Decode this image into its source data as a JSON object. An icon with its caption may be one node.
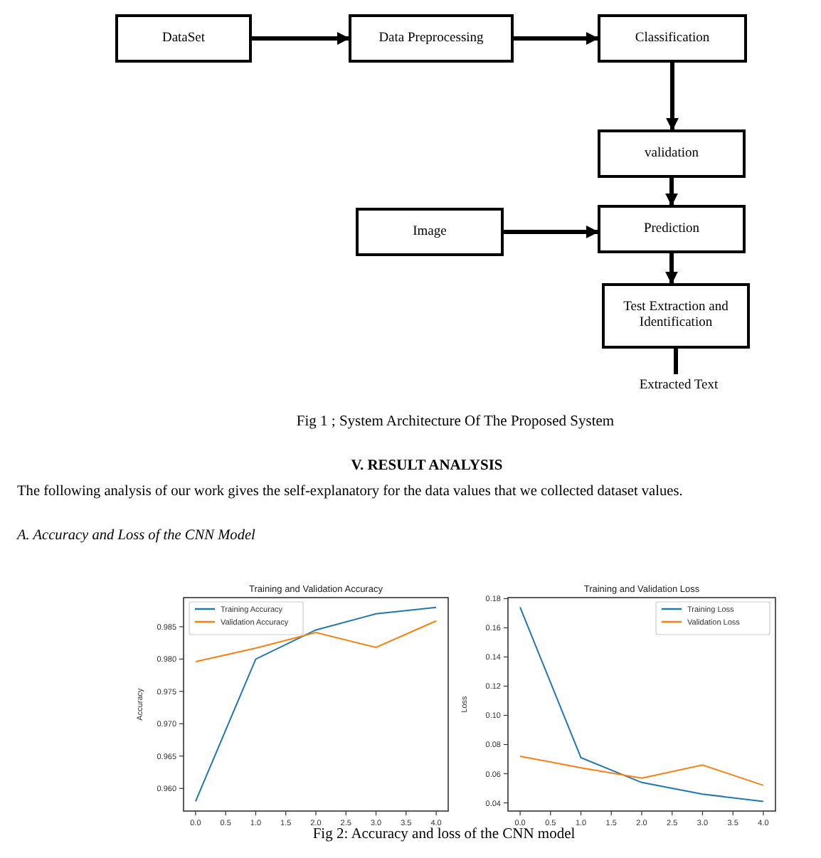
{
  "diagram": {
    "caption": "Fig 1 ; System Architecture Of The Proposed System",
    "nodes": [
      {
        "text": [
          "DataSet"
        ]
      },
      {
        "text": [
          "Data Preprocessing"
        ]
      },
      {
        "text": [
          "Classification"
        ]
      },
      {
        "text": [
          "validation"
        ]
      },
      {
        "text": [
          "Image"
        ]
      },
      {
        "text": [
          "Prediction"
        ]
      },
      {
        "text": [
          "Test Extraction and Identification"
        ]
      },
      {
        "text": [
          "Extracted Text"
        ]
      }
    ],
    "edges": [
      {
        "from": 0,
        "to": 1,
        "arrow": "to"
      },
      {
        "from": 1,
        "to": 2,
        "arrow": "to"
      },
      {
        "from": 2,
        "to": 3,
        "arrow": "to"
      },
      {
        "from": 3,
        "to": 5,
        "arrow": "to"
      },
      {
        "from": 4,
        "to": 5,
        "arrow": "to"
      },
      {
        "from": 5,
        "to": 6,
        "arrow": "to"
      },
      {
        "from": 6,
        "to": 7,
        "arrow": "none"
      }
    ],
    "labels": [
      "V. RESULT ANALYSIS",
      "The following analysis of our work gives the self-explanatory for the data values that we collected dataset values.",
      "A. Accuracy and Loss of the CNN Model",
      "Fig 2: Accuracy and loss of the CNN model"
    ],
    "chart_data": [
      {
        "type": "line",
        "title": "Training and Validation Accuracy",
        "ylabel": "Accuracy",
        "legend": "upper left",
        "x": [
          0,
          1,
          2,
          3,
          4
        ],
        "xlim": [
          -0.2,
          4.2
        ],
        "ylim": [
          0.9565,
          0.9895
        ],
        "xticks": [
          {
            "value": 0,
            "label": "0.0"
          },
          {
            "value": 0.5,
            "label": "0.5"
          },
          {
            "value": 1,
            "label": "1.0"
          },
          {
            "value": 1.5,
            "label": "1.5"
          },
          {
            "value": 2,
            "label": "2.0"
          },
          {
            "value": 2.5,
            "label": "2.5"
          },
          {
            "value": 3,
            "label": "3.0"
          },
          {
            "value": 3.5,
            "label": "3.5"
          },
          {
            "value": 4,
            "label": "4.0"
          }
        ],
        "yticks": [
          {
            "value": 0.96,
            "label": "0.960"
          },
          {
            "value": 0.965,
            "label": "0.965"
          },
          {
            "value": 0.97,
            "label": "0.970"
          },
          {
            "value": 0.975,
            "label": "0.975"
          },
          {
            "value": 0.98,
            "label": "0.980"
          },
          {
            "value": 0.985,
            "label": "0.985"
          }
        ],
        "series": [
          {
            "name": "Training Accuracy",
            "color": "#1f77b4",
            "values": [
              0.958,
              0.98,
              0.9845,
              0.987,
              0.988
            ]
          },
          {
            "name": "Validation Accuracy",
            "color": "#ff7f0e",
            "values": [
              0.9796,
              0.9817,
              0.9841,
              0.9818,
              0.9859
            ]
          }
        ]
      },
      {
        "type": "line",
        "title": "Training and Validation Loss",
        "ylabel": "Loss",
        "legend": "upper right",
        "x": [
          0,
          1,
          2,
          3,
          4
        ],
        "xlim": [
          -0.2,
          4.2
        ],
        "ylim": [
          0.0344,
          0.1807
        ],
        "xticks": [
          {
            "value": 0,
            "label": "0.0"
          },
          {
            "value": 0.5,
            "label": "0.5"
          },
          {
            "value": 1,
            "label": "1.0"
          },
          {
            "value": 1.5,
            "label": "1.5"
          },
          {
            "value": 2,
            "label": "2.0"
          },
          {
            "value": 2.5,
            "label": "2.5"
          },
          {
            "value": 3,
            "label": "3.0"
          },
          {
            "value": 3.5,
            "label": "3.5"
          },
          {
            "value": 4,
            "label": "4.0"
          }
        ],
        "yticks": [
          {
            "value": 0.04,
            "label": "0.04"
          },
          {
            "value": 0.06,
            "label": "0.06"
          },
          {
            "value": 0.08,
            "label": "0.08"
          },
          {
            "value": 0.1,
            "label": "0.10"
          },
          {
            "value": 0.12,
            "label": "0.12"
          },
          {
            "value": 0.14,
            "label": "0.14"
          },
          {
            "value": 0.16,
            "label": "0.16"
          },
          {
            "value": 0.18,
            "label": "0.18"
          }
        ],
        "series": [
          {
            "name": "Training Loss",
            "color": "#1f77b4",
            "values": [
              0.174,
              0.071,
              0.054,
              0.046,
              0.041
            ]
          },
          {
            "name": "Validation Loss",
            "color": "#ff7f0e",
            "values": [
              0.072,
              0.064,
              0.057,
              0.066,
              0.052
            ]
          }
        ]
      }
    ]
  }
}
